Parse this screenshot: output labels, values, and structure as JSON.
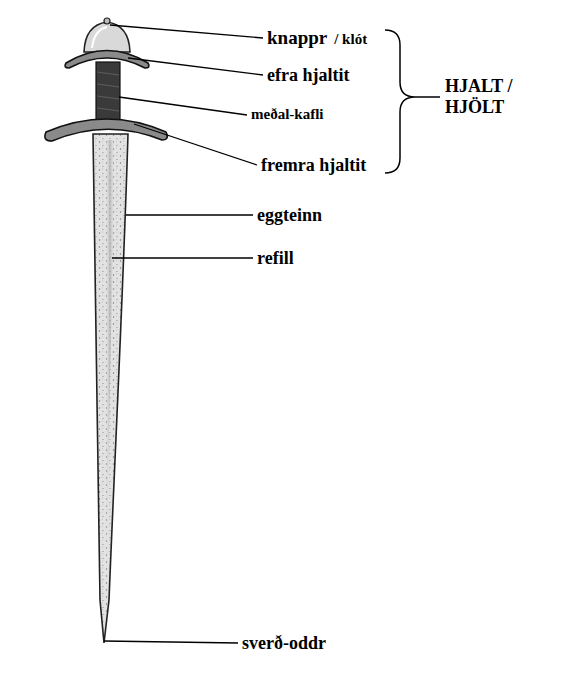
{
  "diagram": {
    "labels": [
      "knappr",
      "/ klót",
      "efra hjaltit",
      "meðal-kafli",
      "fremra hjaltit",
      "eggteinn",
      "refill",
      "sverð-oddr",
      "HJALT / HJÖLT"
    ]
  }
}
